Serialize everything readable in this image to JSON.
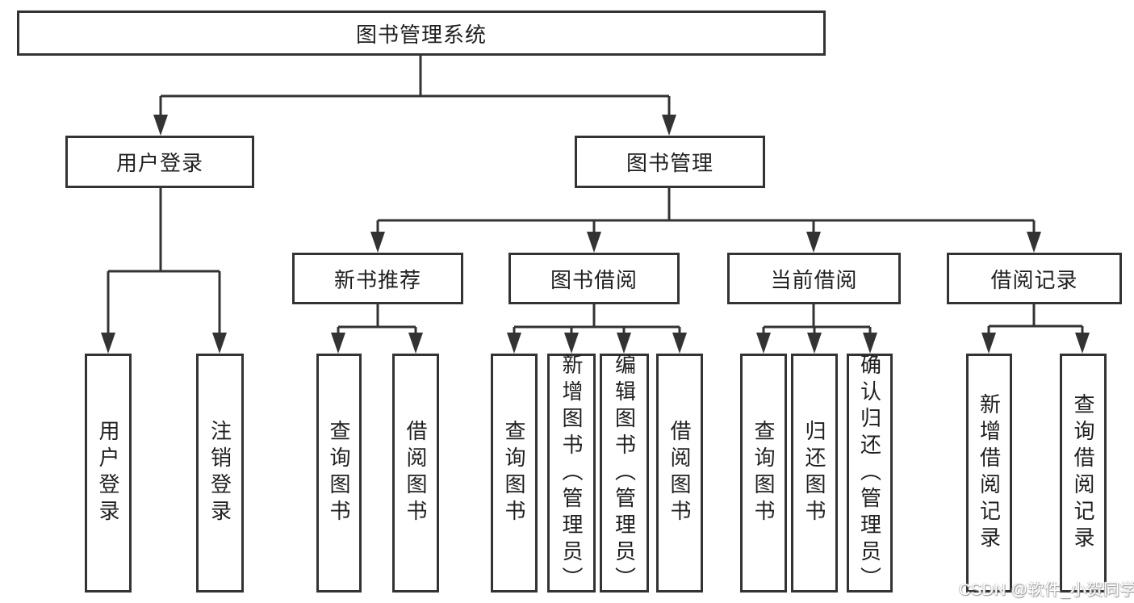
{
  "title": "图书管理系统",
  "tree": {
    "root": {
      "label": "图书管理系统"
    },
    "children": [
      {
        "label": "用户登录",
        "children": [
          {
            "label": "用户登录"
          },
          {
            "label": "注销登录"
          }
        ]
      },
      {
        "label": "图书管理",
        "children": [
          {
            "label": "新书推荐",
            "children": [
              {
                "label": "查询图书"
              },
              {
                "label": "借阅图书"
              }
            ]
          },
          {
            "label": "图书借阅",
            "children": [
              {
                "label": "查询图书"
              },
              {
                "label": "新增图书（管理员）"
              },
              {
                "label": "编辑图书（管理员）"
              },
              {
                "label": "借阅图书"
              }
            ]
          },
          {
            "label": "当前借阅",
            "children": [
              {
                "label": "查询图书"
              },
              {
                "label": "归还图书"
              },
              {
                "label": "确认归还（管理员）"
              }
            ]
          },
          {
            "label": "借阅记录",
            "children": [
              {
                "label": "新增借阅记录"
              },
              {
                "label": "查询借阅记录"
              }
            ]
          }
        ]
      }
    ]
  },
  "watermark": {
    "text": "CSDN @软件_小贺同学"
  },
  "colors": {
    "line": "#333333",
    "box_border": "#333333",
    "box_fill": "#ffffff",
    "text": "#1f1f1f",
    "background": "#ffffff",
    "watermark_text": "#ffffff",
    "watermark_shadow": "#9a9a9a"
  }
}
